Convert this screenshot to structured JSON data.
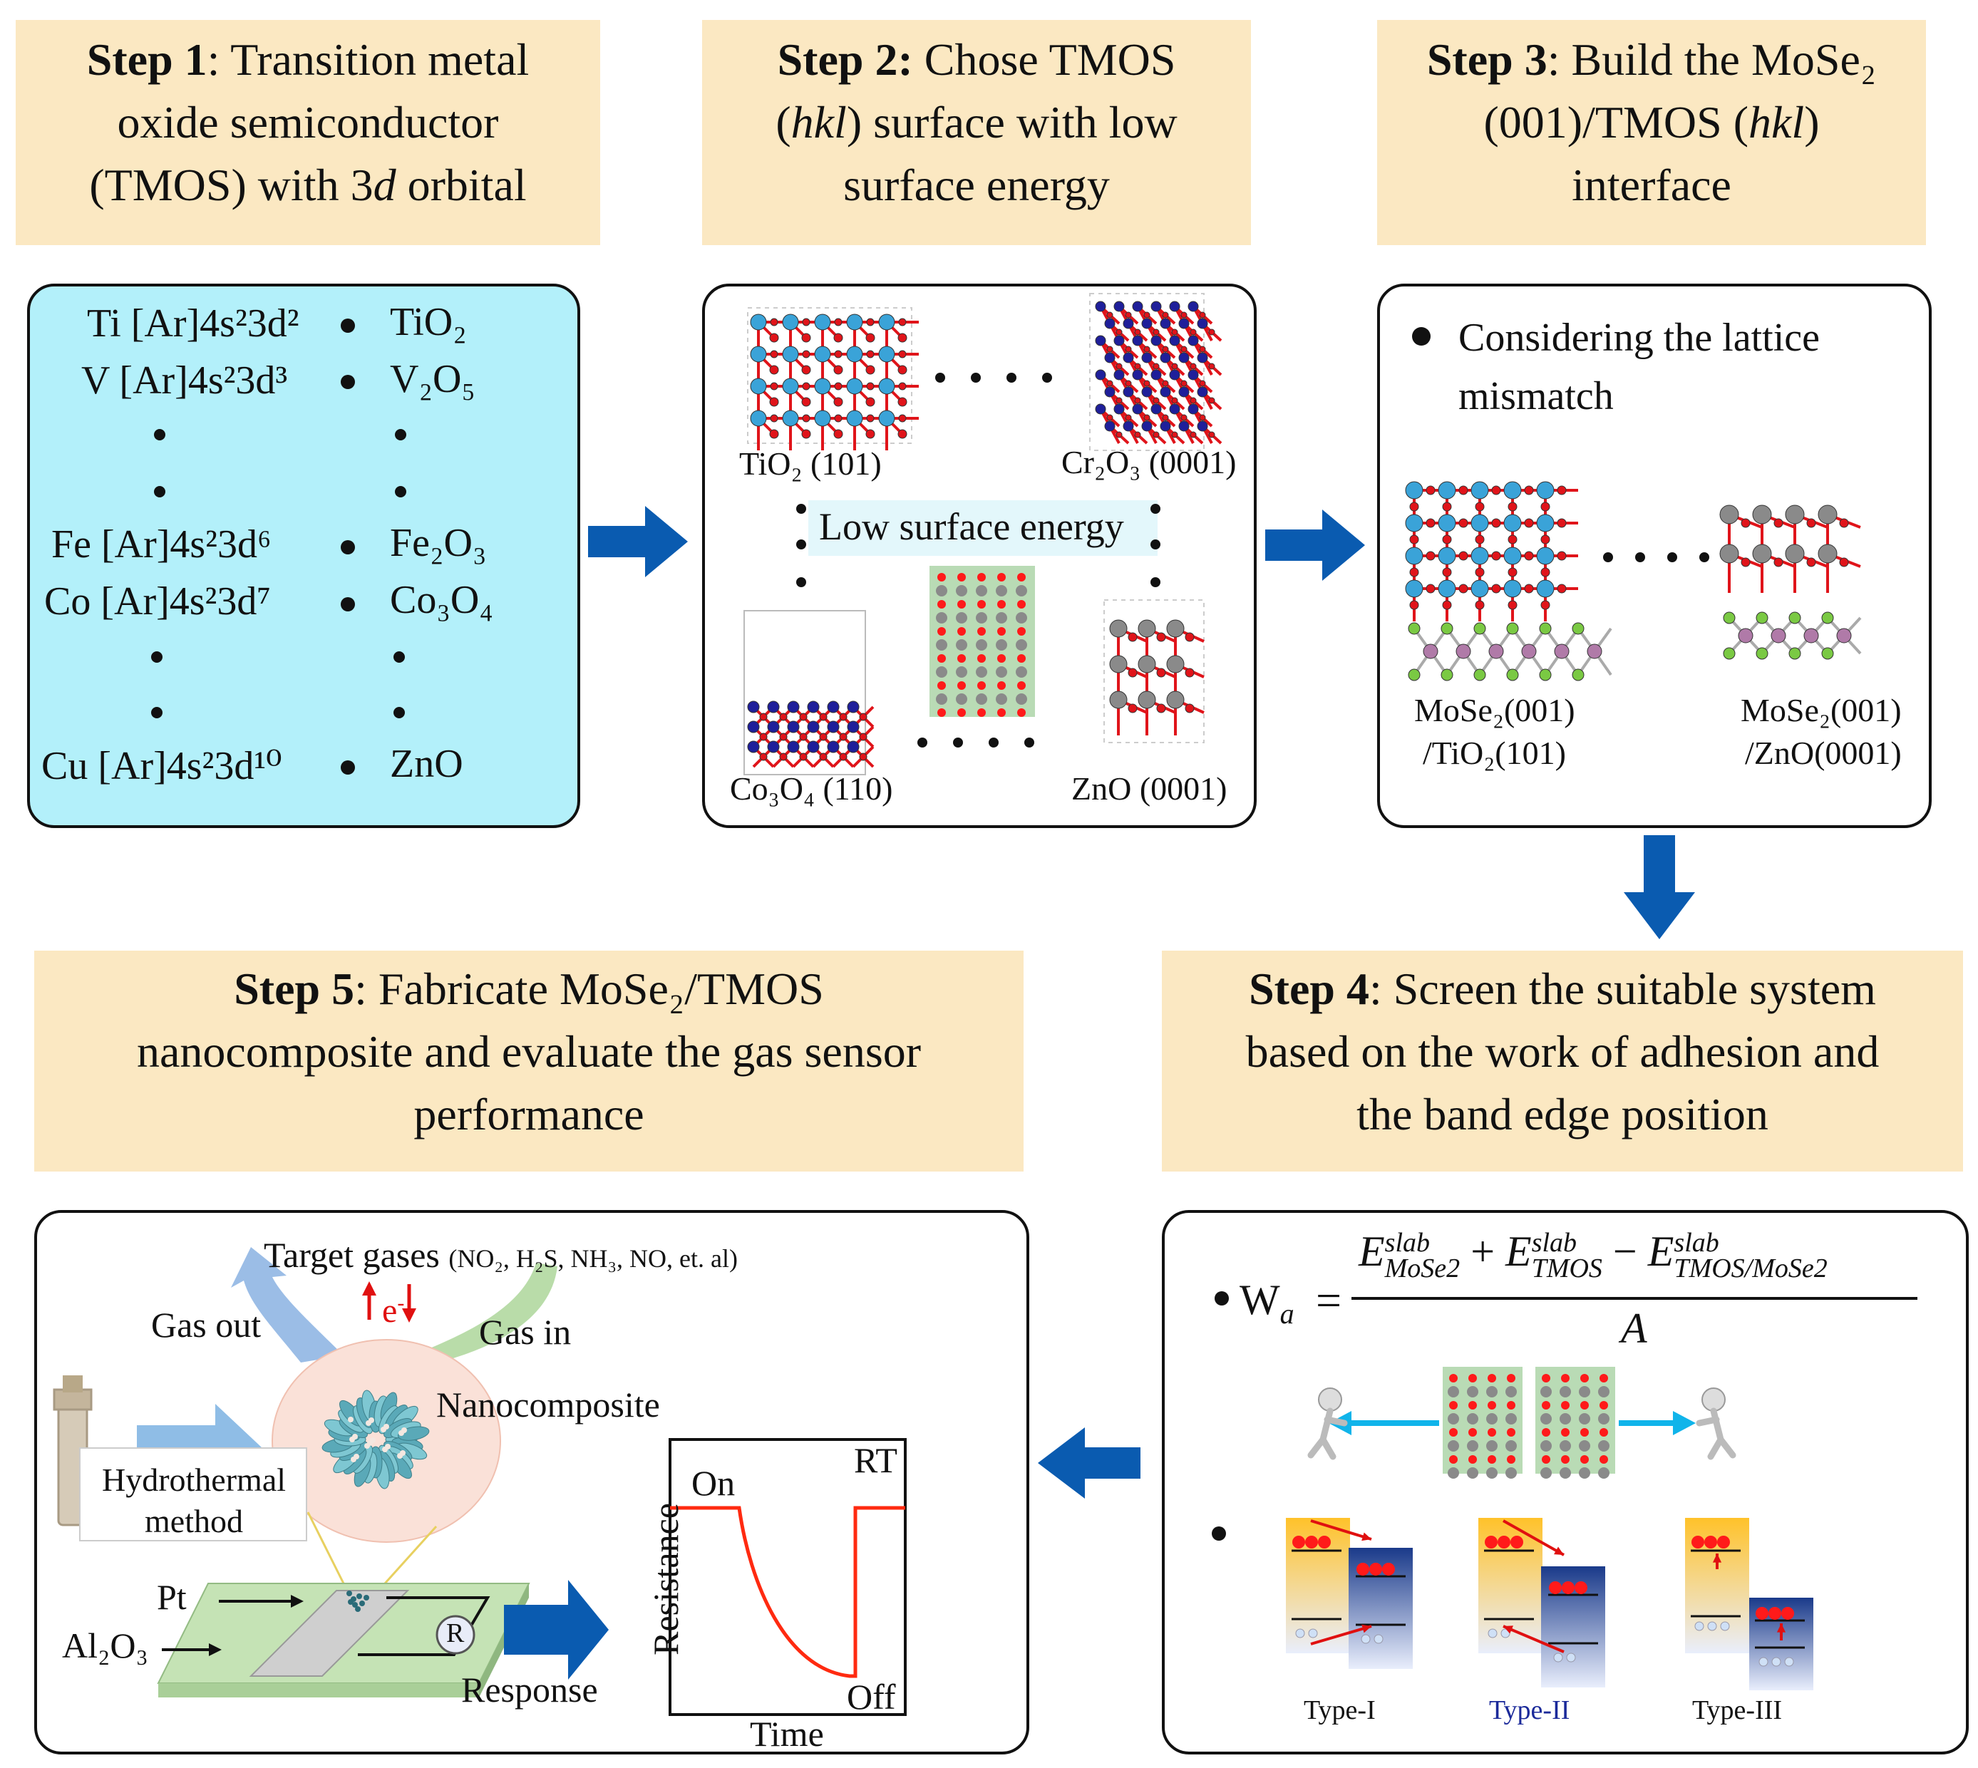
{
  "steps": {
    "s1": {
      "bold": "Step 1",
      "line1": ": Transition metal",
      "line2": "oxide semiconductor",
      "line3a": "(TMOS) with 3",
      "line3b": "d",
      "line3c": " orbital"
    },
    "s2": {
      "bold": "Step 2:",
      "line1": " Chose TMOS",
      "line2a": "(",
      "line2b": "hkl",
      "line2c": ") surface with low",
      "line3": "surface energy"
    },
    "s3": {
      "bold": "Step 3",
      "line1": ": Build the MoSe₂",
      "line2a": "(001)/TMOS (",
      "line2b": "hkl",
      "line2c": ")",
      "line3": "interface"
    },
    "s4": {
      "bold": "Step 4",
      "line1": ": Screen the suitable system",
      "line2": "based on the work of adhesion and",
      "line3": "the band edge position"
    },
    "s5": {
      "bold": "Step 5",
      "line1": ": Fabricate MoSe₂/TMOS",
      "line2": "nanocomposite and evaluate the gas sensor",
      "line3": "performance"
    }
  },
  "panel1": {
    "elements": [
      "Ti [Ar]4s²3d²",
      "V [Ar]4s²3d³",
      "Fe [Ar]4s²3d⁶",
      "Co [Ar]4s²3d⁷",
      "Cu [Ar]4s²3d¹⁰"
    ],
    "oxides": [
      "TiO₂",
      "V₂O₅",
      "Fe₂O₃",
      "Co₃O₄",
      "ZnO"
    ]
  },
  "panel2": {
    "tio2": "TiO₂ (101)",
    "cr2o3": "Cr₂O₃ (0001)",
    "co3o4": "Co₃O₄ (110)",
    "zno": "ZnO (0001)",
    "low_surface": "Low surface energy"
  },
  "panel3": {
    "consider1": "Considering the lattice",
    "consider2": "mismatch",
    "int1a": "MoSe₂(001)",
    "int1b": "/TiO₂(101)",
    "int2a": "MoSe₂(001)",
    "int2b": "/ZnO(0001)"
  },
  "panel4": {
    "wa": "W",
    "wa_sub": "a",
    "equals": "=",
    "e1": "E",
    "e1_sup": "slab",
    "e1_sub": "MoSe2",
    "plus": "+",
    "e2": "E",
    "e2_sup": "slab",
    "e2_sub": "TMOS",
    "minus": "−",
    "e3": "E",
    "e3_sup": "slab",
    "e3_sub": "TMOS/MoSe2",
    "denom": "A",
    "type1": "Type-I",
    "type2": "Type-II",
    "type3": "Type-III"
  },
  "panel5": {
    "target": "Target gases",
    "target_list": "(NO₂, H₂S, NH₃, NO, et. al)",
    "gas_out": "Gas out",
    "gas_in": "Gas in",
    "electron": "e",
    "electron_sup": "-",
    "nanocomposite": "Nanocomposite",
    "hydro1": "Hydrothermal",
    "hydro2": "method",
    "pt": "Pt",
    "al2o3": "Al₂O₃",
    "resistor": "R",
    "response": "Response",
    "on": "On",
    "off": "Off",
    "rt": "RT",
    "ylabel": "Resistance",
    "xlabel": "Time"
  },
  "colors": {
    "step_bg": "#fbe8c2",
    "panel1_bg": "#b3f0fa",
    "arrow": "#0a5bb0",
    "curve": "#ff2a10",
    "oxygen": "#e0141a",
    "ti": "#3aa3d8",
    "co": "#1f1f9a",
    "zn": "#8a8a8a",
    "se": "#7ac943",
    "mo": "#b07aa8"
  }
}
